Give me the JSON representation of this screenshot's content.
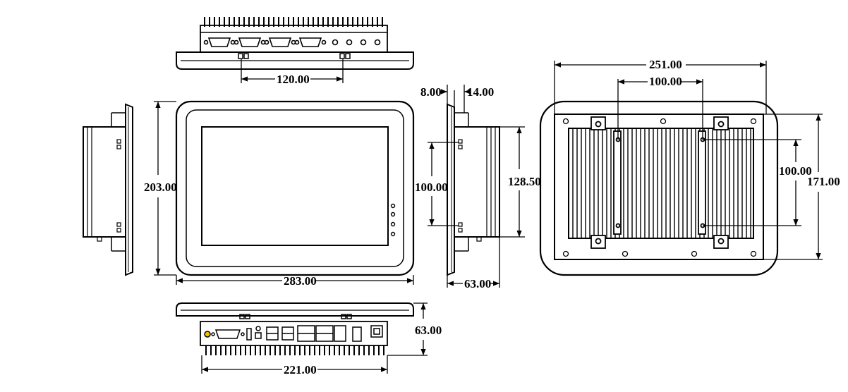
{
  "colors": {
    "line": "#000000",
    "background": "#ffffff",
    "accent_connector": "#f2c200"
  },
  "top_view": {
    "width_between_mounts": "120.00"
  },
  "front_view": {
    "height": "203.00",
    "width": "283.00"
  },
  "side_view": {
    "bezel": "8.00",
    "frame": "14.00",
    "depth": "63.00",
    "mount_spacing": "100.00",
    "body_height": "128.50"
  },
  "back_view": {
    "overall_width": "251.00",
    "mount_h_spacing": "100.00",
    "mount_v_spacing": "100.00",
    "overall_height": "171.00"
  },
  "bottom_view": {
    "depth": "63.00",
    "io_width": "221.00"
  }
}
